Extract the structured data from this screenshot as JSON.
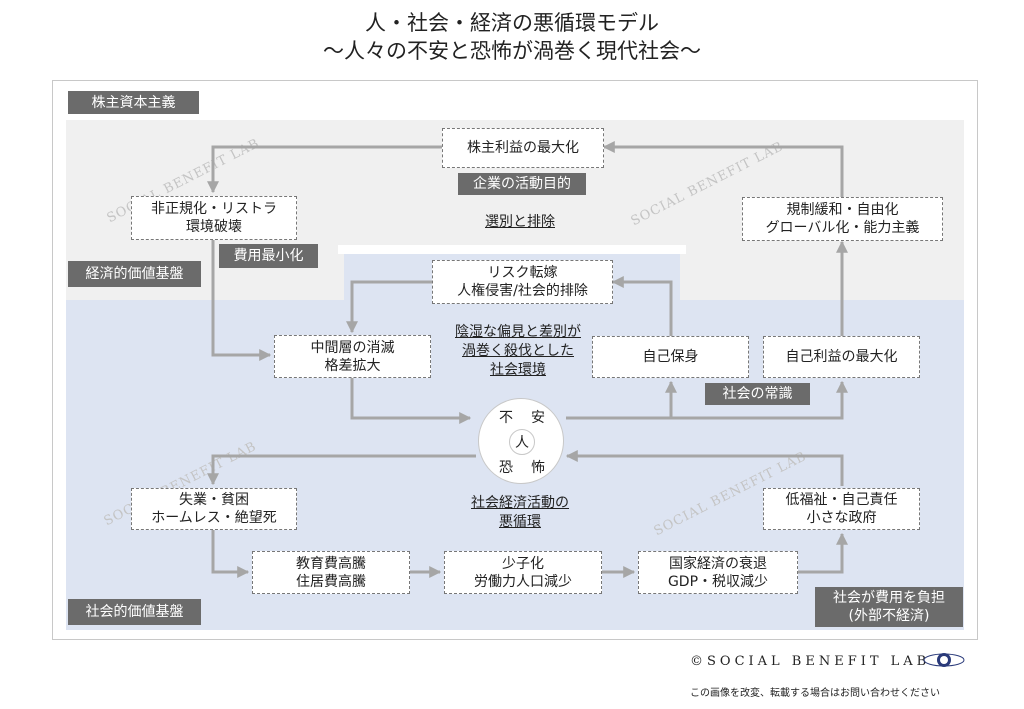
{
  "title": {
    "line1": "人・社会・経済の悪循環モデル",
    "line2": "～人々の不安と恐怖が渦巻く現代社会～"
  },
  "sections": {
    "shareholder_capitalism": "株主資本主義",
    "economic_foundation": "経済的価値基盤",
    "social_foundation": "社会的価値基盤"
  },
  "nodes": {
    "shareholder_profit": [
      "株主利益の最大化"
    ],
    "cost_cutting": [
      "非正規化・リストラ",
      "環境破壊"
    ],
    "deregulation": [
      "規制緩和・自由化",
      "グローバル化・能力主義"
    ],
    "risk_shifting": [
      "リスク転嫁",
      "人権侵害/社会的排除"
    ],
    "middle_class": [
      "中間層の消滅",
      "格差拡大"
    ],
    "self_protection": [
      "自己保身"
    ],
    "self_interest": [
      "自己利益の最大化"
    ],
    "unemployment": [
      "失業・貧困",
      "ホームレス・絶望死"
    ],
    "welfare": [
      "低福祉・自己責任",
      "小さな政府"
    ],
    "costs": [
      "教育費高騰",
      "住居費高騰"
    ],
    "birthrate": [
      "少子化",
      "労働力人口減少"
    ],
    "economy": [
      "国家経済の衰退",
      "GDP・税収減少"
    ]
  },
  "tags": {
    "corporate_goal": "企業の活動目的",
    "cost_min": "費用最小化",
    "social_norm": "社会の常識",
    "society_bears": [
      "社会が費用を負担",
      "(外部不経済)"
    ]
  },
  "captions": {
    "selection": [
      "選別と排除"
    ],
    "prejudice": [
      "陰湿な偏見と差別が",
      "渦巻く殺伐とした",
      "社会環境"
    ],
    "vicious": [
      "社会経済活動の",
      "悪循環"
    ]
  },
  "center": {
    "top_left": "不",
    "top_right": "安",
    "middle": "人",
    "bottom_left": "恐",
    "bottom_right": "怖"
  },
  "watermark": "SOCIAL BENEFIT LAB",
  "footer": {
    "logo": "©SOCIAL BENEFIT LAB",
    "note": "この画像を改変、転載する場合はお問い合わせください"
  },
  "colors": {
    "band_gray": "#f0f0f0",
    "band_blue": "#dde4f2",
    "tag_bg": "#6b6b6b",
    "arrow": "#a6a6a6"
  }
}
